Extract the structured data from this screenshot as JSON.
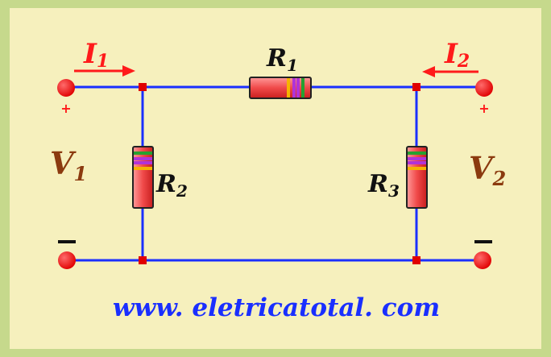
{
  "colors": {
    "background": "#f6f0bd",
    "frame": "#c6d98c",
    "wire": "#1a2fff",
    "terminal": "#ff1a1a",
    "current_arrow": "#ff1a1a",
    "voltage_label": "#8b3a0f",
    "url": "#1a2fff",
    "resistor_body": "#f04a4a"
  },
  "labels": {
    "i1_base": "I",
    "i1_sub": "1",
    "i2_base": "I",
    "i2_sub": "2",
    "r1_base": "R",
    "r1_sub": "1",
    "r2_base": "R",
    "r2_sub": "2",
    "r3_base": "R",
    "r3_sub": "3",
    "v1_base": "V",
    "v1_sub": "1",
    "v2_base": "V",
    "v2_sub": "2",
    "plus": "+",
    "minus": "−"
  },
  "footer": {
    "url": "www. eletricatotal. com"
  }
}
